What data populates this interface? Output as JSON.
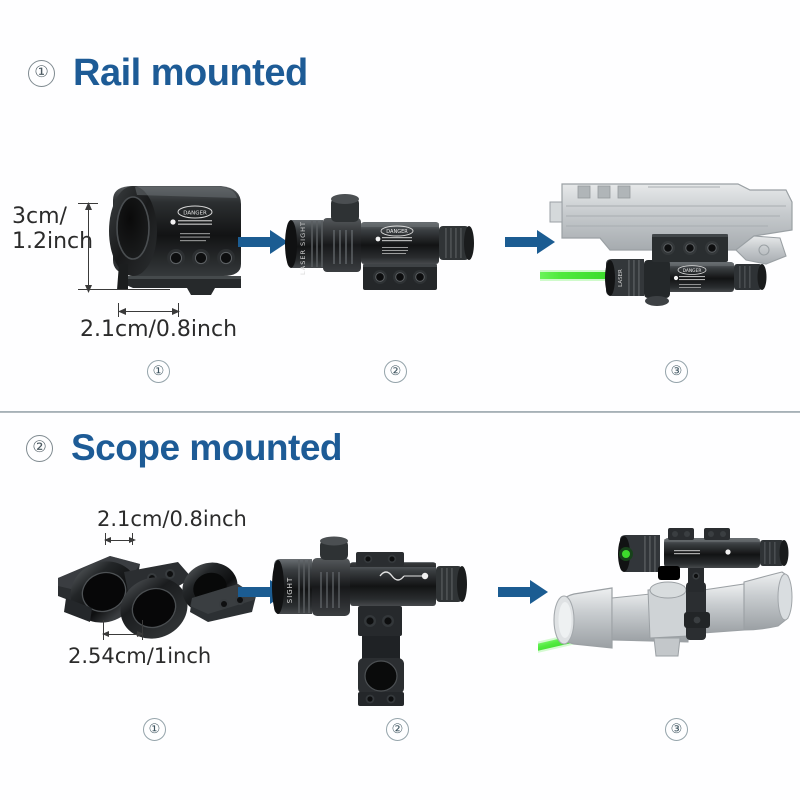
{
  "document": {
    "type": "product-infographic",
    "background_color": "#fefeff",
    "accent_blue": "#1d5b96",
    "arrow_blue": "#1b5c92",
    "laser_green": "#3ad92a",
    "metal_gray": "#b9bdc0"
  },
  "sections": [
    {
      "number": "①",
      "title": "Rail mounted",
      "steps": [
        {
          "label": "①",
          "caption_vertical": "3cm/\n1.2inch",
          "caption_horizontal": "2.1cm/0.8inch",
          "item": "rail-ring-mount"
        },
        {
          "label": "②",
          "item": "laser-sight-with-rail-mount",
          "device_text_side": "LASER SIGHT",
          "device_warning": "DANGER"
        },
        {
          "label": "③",
          "item": "pistol-with-laser-mounted",
          "beam": "green"
        }
      ]
    },
    {
      "number": "②",
      "title": "Scope mounted",
      "steps": [
        {
          "label": "①",
          "caption_top": "2.1cm/0.8inch",
          "caption_bottom": "2.54cm/1inch",
          "item": "double-ring-scope-mount"
        },
        {
          "label": "②",
          "item": "laser-sight-with-double-ring-mount",
          "device_text_side": "SIGHT"
        },
        {
          "label": "③",
          "item": "rifle-scope-with-laser-mounted",
          "beam": "green"
        }
      ]
    }
  ]
}
